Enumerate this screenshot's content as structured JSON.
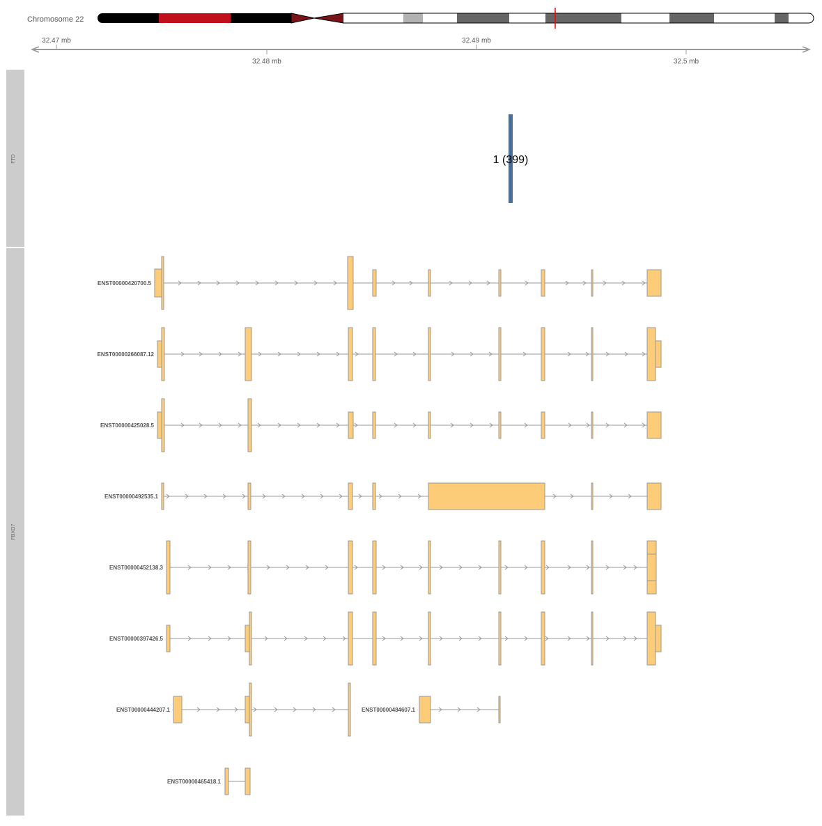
{
  "ideogram": {
    "label": "Chromosome 22",
    "colors": {
      "black": "#000000",
      "red": "#c0101b",
      "centromere": "#7a1418",
      "gray": "#b2b2b2",
      "dark": "#666666",
      "white": "#ffffff",
      "position_marker": "#ff0000"
    }
  },
  "axis": {
    "top_ticks": [
      {
        "label": "32.47 mb"
      },
      {
        "label": "32.49 mb"
      }
    ],
    "bottom_ticks": [
      {
        "label": "32.48 mb"
      },
      {
        "label": "32.5 mb"
      }
    ]
  },
  "tracks": [
    {
      "title": "FTD"
    },
    {
      "title": "FBXO7"
    }
  ],
  "peak": {
    "label": "1 (399)",
    "color": "#4a6d97"
  },
  "colors": {
    "exon_fill": "#fdcc78",
    "exon_stroke": "#999999",
    "intron": "#999999",
    "panel": "#cccccc"
  },
  "transcripts": [
    {
      "id": "ENST00000420700.5"
    },
    {
      "id": "ENST00000266087.12"
    },
    {
      "id": "ENST00000425028.5"
    },
    {
      "id": "ENST00000492535.1"
    },
    {
      "id": "ENST00000452138.3"
    },
    {
      "id": "ENST00000397426.5"
    },
    {
      "id": "ENST00000444207.1"
    },
    {
      "id": "ENST00000484607.1"
    },
    {
      "id": "ENST00000465418.1"
    }
  ]
}
